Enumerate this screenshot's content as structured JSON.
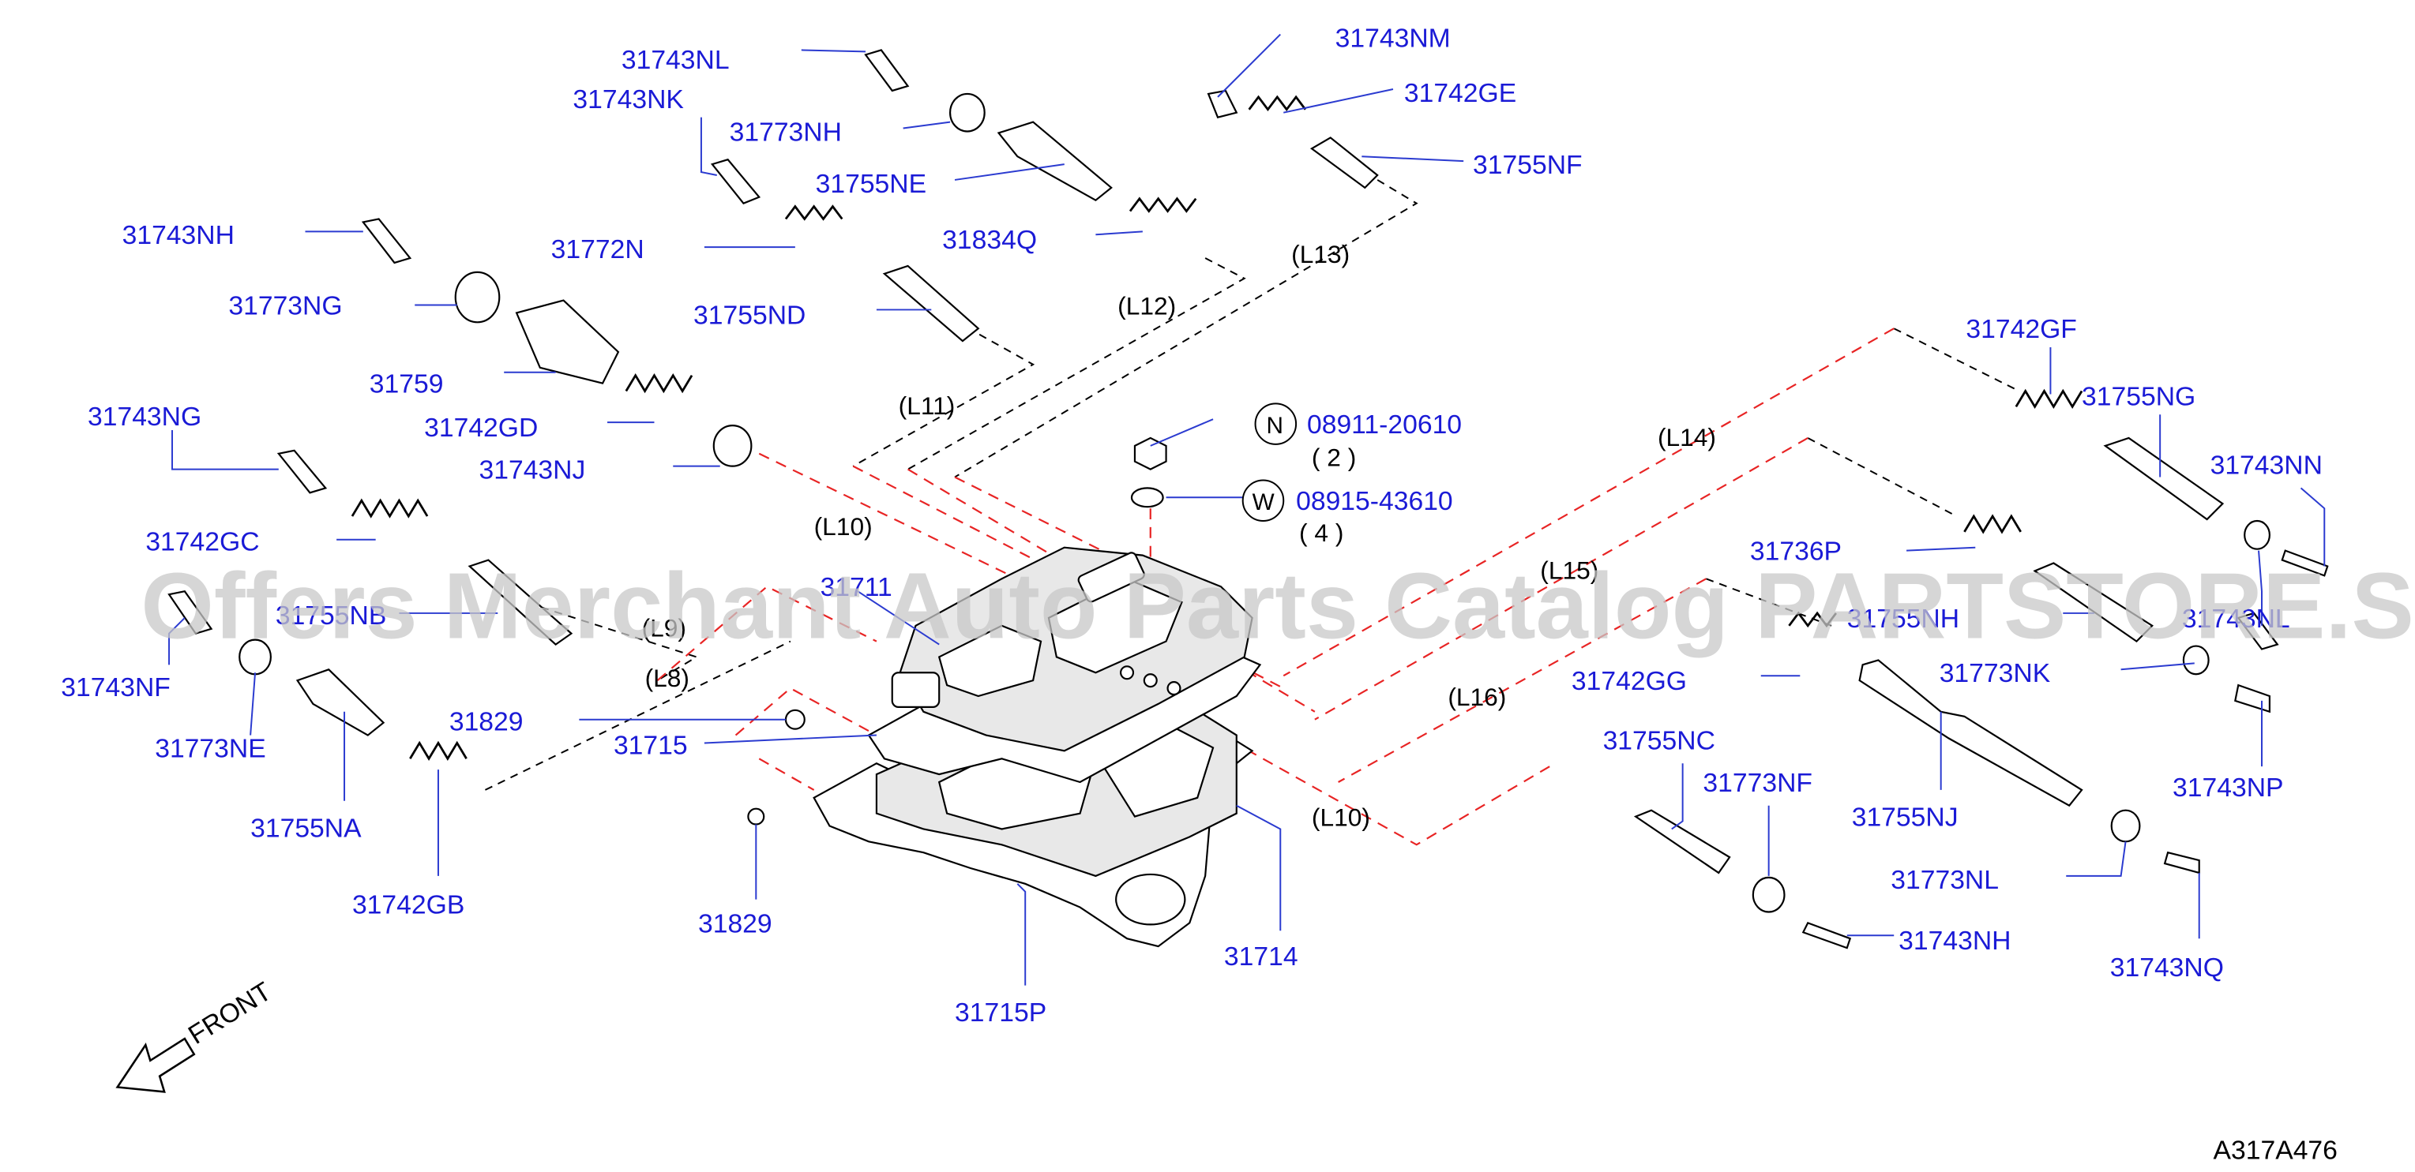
{
  "watermark": "Offers Merchant Auto Parts Catalog PARTSTORE.SA",
  "diagram_code": "A317A476",
  "front_label": "FRONT",
  "callouts": {
    "N": {
      "symbol": "N",
      "part": "08911-20610",
      "qty": "( 2 )"
    },
    "W": {
      "symbol": "W",
      "part": "08915-43610",
      "qty": "( 4 )"
    }
  },
  "line_labels": {
    "L8": "(L8)",
    "L9": "(L9)",
    "L10a": "(L10)",
    "L10b": "(L10)",
    "L11": "(L11)",
    "L12": "(L12)",
    "L13": "(L13)",
    "L14": "(L14)",
    "L15": "(L15)",
    "L16": "(L16)"
  },
  "parts": {
    "p31743NL": "31743NL",
    "p31743NK": "31743NK",
    "p31773NH": "31773NH",
    "p31755NE": "31755NE",
    "p31743NM": "31743NM",
    "p31742GE": "31742GE",
    "p31755NF": "31755NF",
    "p31743NH_top": "31743NH",
    "p31772N": "31772N",
    "p31834Q": "31834Q",
    "p31773NG": "31773NG",
    "p31755ND": "31755ND",
    "p31759": "31759",
    "p31742GD": "31742GD",
    "p31743NJ": "31743NJ",
    "p31743NG": "31743NG",
    "p31742GC": "31742GC",
    "p31755NB": "31755NB",
    "p31743NF": "31743NF",
    "p31773NE": "31773NE",
    "p31755NA": "31755NA",
    "p31742GB": "31742GB",
    "p31829_a": "31829",
    "p31715": "31715",
    "p31829_b": "31829",
    "p31711": "31711",
    "p31714": "31714",
    "p31715P": "31715P",
    "p31742GF": "31742GF",
    "p31755NG": "31755NG",
    "p31743NN": "31743NN",
    "p31736P": "31736P",
    "p31755NH": "31755NH",
    "p31743NL_r": "31743NL",
    "p31742GG": "31742GG",
    "p31773NK": "31773NK",
    "p31743NP": "31743NP",
    "p31755NC": "31755NC",
    "p31773NF": "31773NF",
    "p31755NJ": "31755NJ",
    "p31773NL": "31773NL",
    "p31743NH_bot": "31743NH",
    "p31743NQ": "31743NQ"
  }
}
